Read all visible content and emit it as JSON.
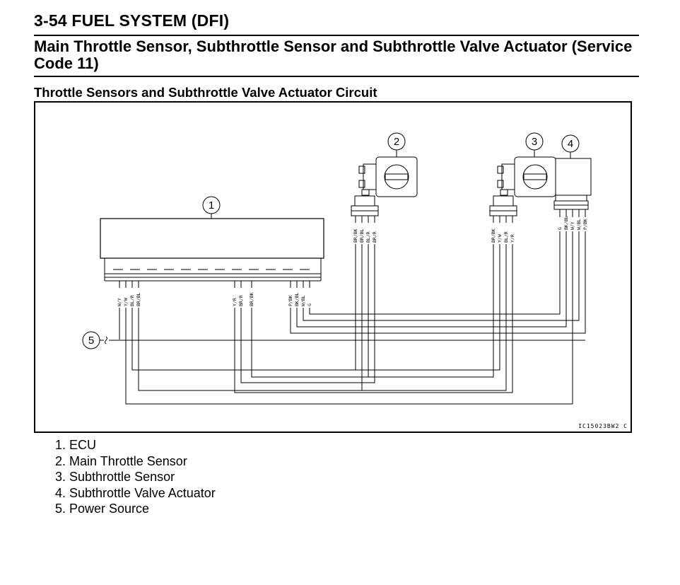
{
  "header": {
    "title": "3-54 FUEL SYSTEM (DFI)"
  },
  "section": {
    "title": "Main Throttle Sensor, Subthrottle Sensor and Subthrottle Valve Actuator (Service Code 11)"
  },
  "diagram": {
    "title": "Throttle Sensors and Subthrottle Valve Actuator Circuit",
    "figure_code": "IC15023BW2  C",
    "callouts": [
      "1",
      "2",
      "3",
      "4",
      "5"
    ],
    "ecu_wires_left": [
      "W/Y",
      "Y/W",
      "BL/R",
      "BR/BL"
    ],
    "ecu_wires_mid": [
      "Y/R",
      "BR/R",
      "BR/BK"
    ],
    "ecu_wires_right": [
      "P/BK",
      "BK/BL",
      "W/BL",
      "G"
    ],
    "main_sensor_wires": [
      "BR/BK",
      "BR/BL",
      "BL/R",
      "BR/R"
    ],
    "sub_sensor_wires": [
      "BR/BK",
      "Y/W",
      "BL/R",
      "Y/R"
    ],
    "actuator_wires": [
      "G",
      "BK/BL",
      "W/Y",
      "W/BL",
      "P/BK"
    ]
  },
  "legend": {
    "items": [
      "1. ECU",
      "2. Main Throttle Sensor",
      "3. Subthrottle Sensor",
      "4. Subthrottle Valve Actuator",
      "5. Power Source"
    ]
  }
}
